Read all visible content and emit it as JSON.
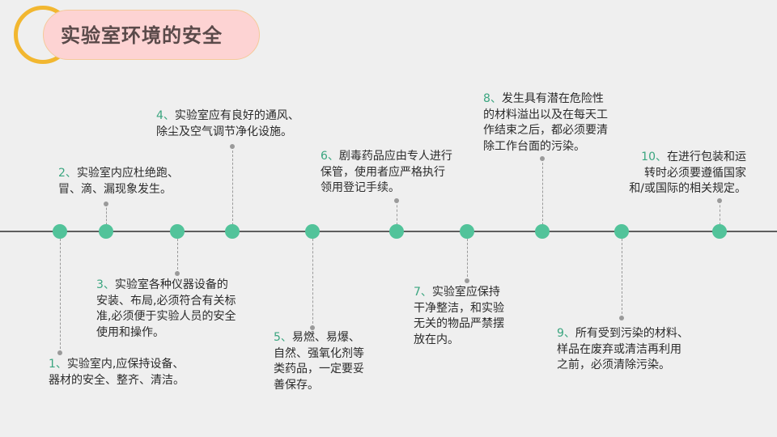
{
  "header": {
    "title": "实验室环境的安全"
  },
  "colors": {
    "background": "#efefef",
    "accent_ring": "#f2b730",
    "title_pill": "#fdd3d3",
    "timeline_dot": "#52c39a",
    "number_text": "#3aa57f",
    "axis": "#5e5e5e",
    "connector": "#9a9a9a"
  },
  "timeline": {
    "items": [
      {
        "num": "1、",
        "lines": [
          "实验室内,应保持设备、",
          "器材的安全、整齐、清洁。"
        ]
      },
      {
        "num": "2、",
        "lines": [
          "实验室内应杜绝跑、",
          "冒、滴、漏现象发生。"
        ]
      },
      {
        "num": "3、",
        "lines": [
          "实验室各种仪器设备的",
          "安装、布局,必须符合有关标",
          "准,必须便于实验人员的安全",
          "使用和操作。"
        ]
      },
      {
        "num": "4、",
        "lines": [
          "实验室应有良好的通风、",
          "除尘及空气调节净化设施。"
        ]
      },
      {
        "num": "5、",
        "lines": [
          "易燃、易爆、",
          "自然、强氧化剂等",
          "类药品，一定要妥",
          "善保存。"
        ]
      },
      {
        "num": "6、",
        "lines": [
          "剧毒药品应由专人进行",
          "保管，使用者应严格执行",
          "领用登记手续。"
        ]
      },
      {
        "num": "7、",
        "lines": [
          "实验室应保持",
          "干净整洁，和实验",
          "无关的物品严禁摆",
          "放在内。"
        ]
      },
      {
        "num": "8、",
        "lines": [
          "发生具有潜在危险性",
          "的材料溢出以及在每天工",
          "作结束之后，都必须要清",
          "除工作台面的污染。"
        ]
      },
      {
        "num": "9、",
        "lines": [
          "所有受到污染的材料、",
          "样品在废弃或清洁再利用",
          "之前，必须清除污染。"
        ]
      },
      {
        "num": "10、",
        "lines": [
          "在进行包装和运",
          "转时必须要遵循国家",
          "和/或国际的相关规定。"
        ]
      }
    ]
  }
}
